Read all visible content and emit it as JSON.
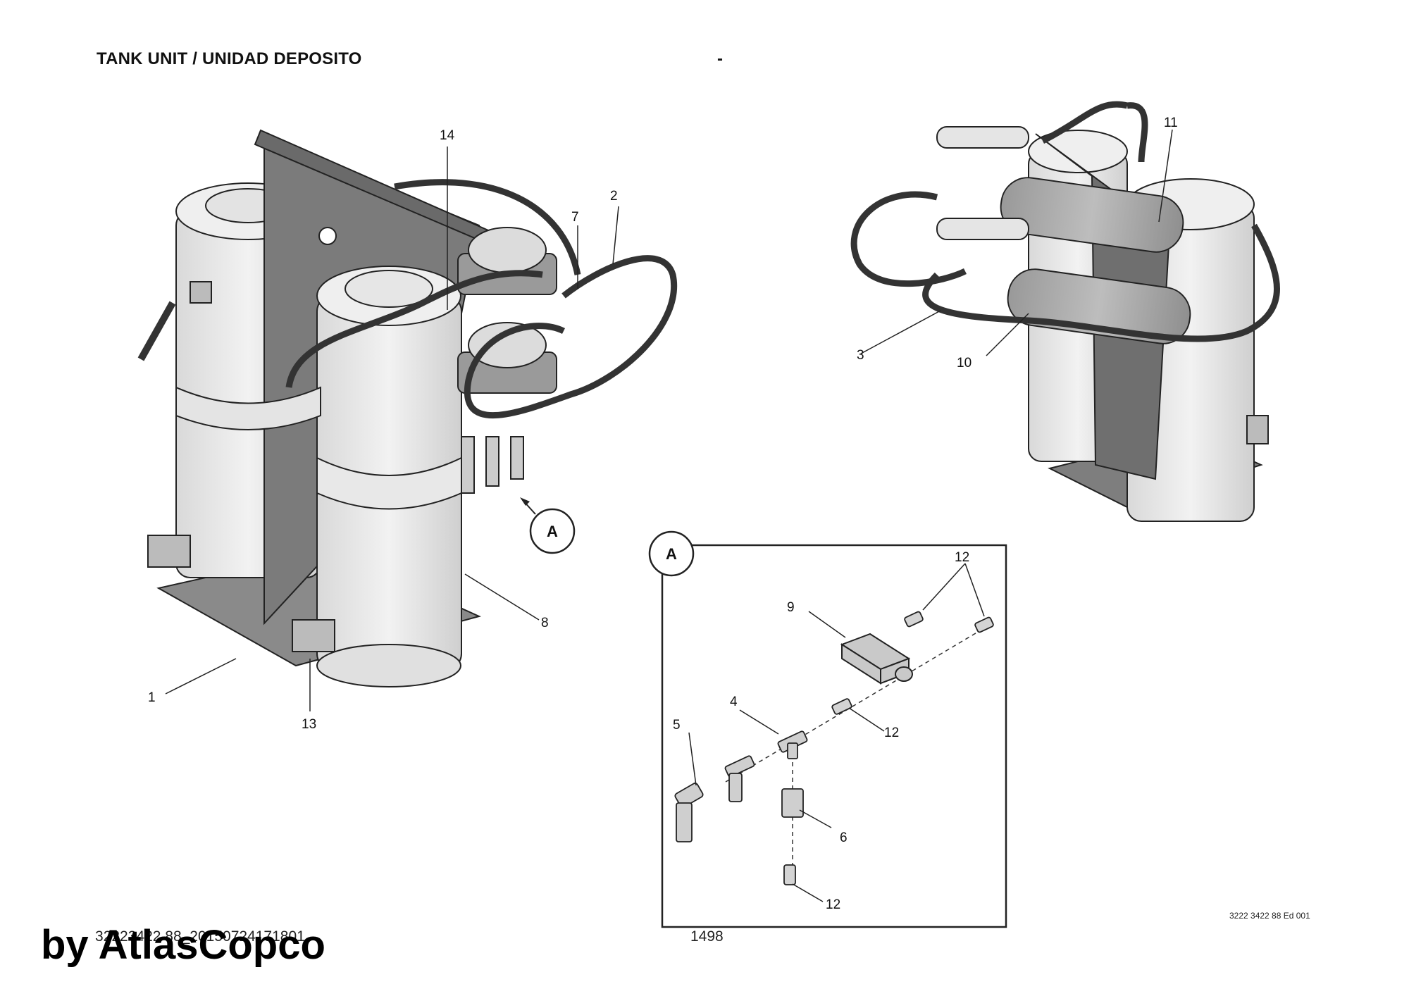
{
  "header": {
    "title": "TANK UNIT / UNIDAD DEPOSITO",
    "dash": "-"
  },
  "callouts": {
    "c1": "1",
    "c2": "2",
    "c3": "3",
    "c4": "4",
    "c5": "5",
    "c6": "6",
    "c7": "7",
    "c8": "8",
    "c9": "9",
    "c10": "10",
    "c11": "11",
    "c12a": "12",
    "c12b": "12",
    "c12c": "12",
    "c13": "13",
    "c14": "14"
  },
  "detail": {
    "marker_main": "A",
    "marker_box": "A"
  },
  "footer": {
    "doc_id": "32223422 88_20150724171801",
    "watermark": "by AtlasCopco",
    "page": "1498",
    "ref": "3222 3422 88 Ed 001"
  }
}
